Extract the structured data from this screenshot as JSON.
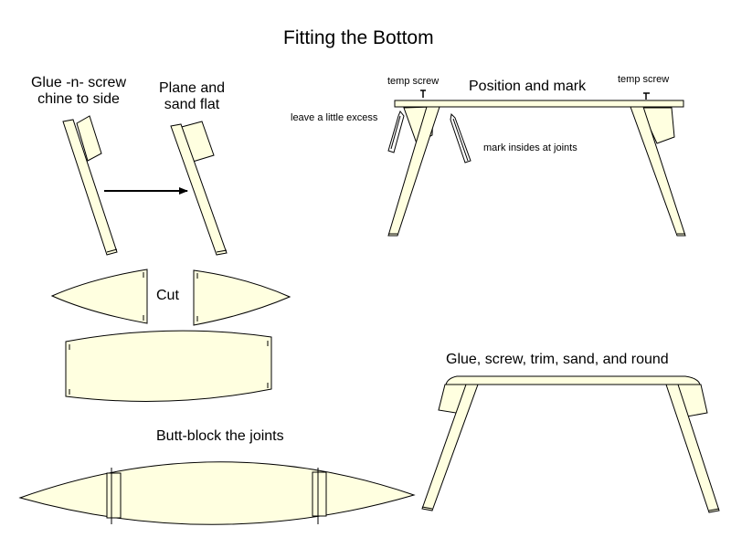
{
  "title": "Fitting the Bottom",
  "labels": {
    "glue_screw_line1": "Glue -n- screw",
    "glue_screw_line2": "chine to side",
    "plane_line1": "Plane and",
    "plane_line2": "sand flat",
    "position_mark": "Position and mark",
    "temp_screw_left": "temp screw",
    "temp_screw_right": "temp screw",
    "leave_excess": "leave a little excess",
    "mark_insides": "mark insides at joints",
    "cut": "Cut",
    "glue_trim": "Glue, screw, trim, sand, and round",
    "butt_block": "Butt-block the joints"
  },
  "colors": {
    "wood_fill": "#ffffe0",
    "outline": "#000000",
    "background": "#ffffff"
  }
}
